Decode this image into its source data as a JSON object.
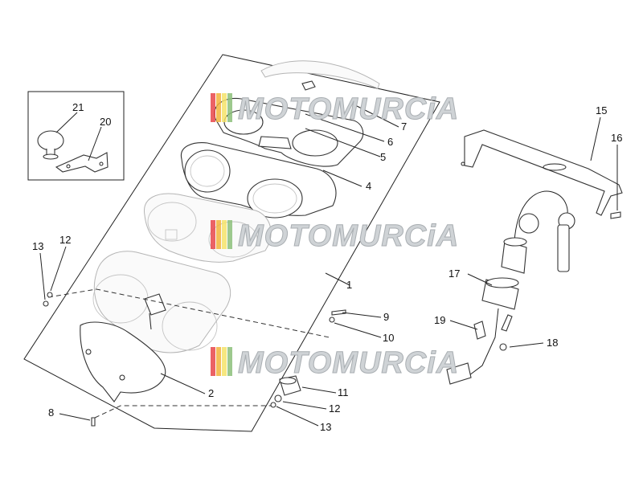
{
  "watermark": {
    "text": "MOTOMURCiA",
    "stripe_colors": [
      "#e8464a",
      "#f2b43c",
      "#f5e36a",
      "#8cc07a",
      "#8fb6d9"
    ]
  },
  "callouts": [
    {
      "id": "1",
      "label": "1"
    },
    {
      "id": "2",
      "label": "2"
    },
    {
      "id": "4",
      "label": "4"
    },
    {
      "id": "5",
      "label": "5"
    },
    {
      "id": "6",
      "label": "6"
    },
    {
      "id": "7",
      "label": "7"
    },
    {
      "id": "8",
      "label": "8"
    },
    {
      "id": "9",
      "label": "9"
    },
    {
      "id": "10",
      "label": "10"
    },
    {
      "id": "11",
      "label": "11"
    },
    {
      "id": "12a",
      "label": "12"
    },
    {
      "id": "12b",
      "label": "12"
    },
    {
      "id": "13a",
      "label": "13"
    },
    {
      "id": "13b",
      "label": "13"
    },
    {
      "id": "15",
      "label": "15"
    },
    {
      "id": "16",
      "label": "16"
    },
    {
      "id": "17",
      "label": "17"
    },
    {
      "id": "18",
      "label": "18"
    },
    {
      "id": "19",
      "label": "19"
    },
    {
      "id": "20",
      "label": "20"
    },
    {
      "id": "21",
      "label": "21"
    }
  ]
}
